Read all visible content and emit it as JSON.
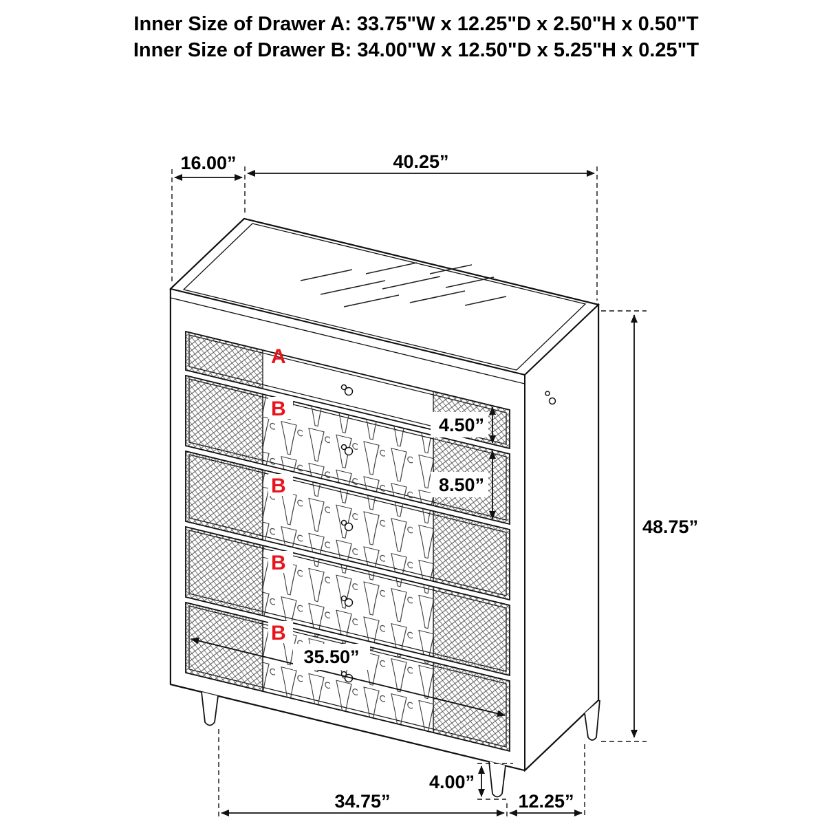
{
  "title": {
    "line1": "Inner Size of Drawer A: 33.75\"W x 12.25\"D x 2.50\"H x 0.50\"T",
    "line2": "Inner Size of Drawer B: 34.00\"W x 12.50\"D x 5.25\"H x 0.25\"T"
  },
  "drawers": {
    "a_label": "A",
    "b1_label": "B",
    "b2_label": "B",
    "b3_label": "B",
    "b4_label": "B"
  },
  "dimensions": {
    "top_depth": "16.00”",
    "top_width": "40.25”",
    "drawer_a_front_height": "4.50”",
    "drawer_b_front_height": "8.50”",
    "overall_height": "48.75”",
    "drawer_front_width": "35.50”",
    "leg_height": "4.00”",
    "base_width": "34.75”",
    "base_depth": "12.25”"
  },
  "colors": {
    "line": "#111111",
    "label_red": "#e8141b",
    "text": "#000000",
    "background": "#ffffff"
  }
}
